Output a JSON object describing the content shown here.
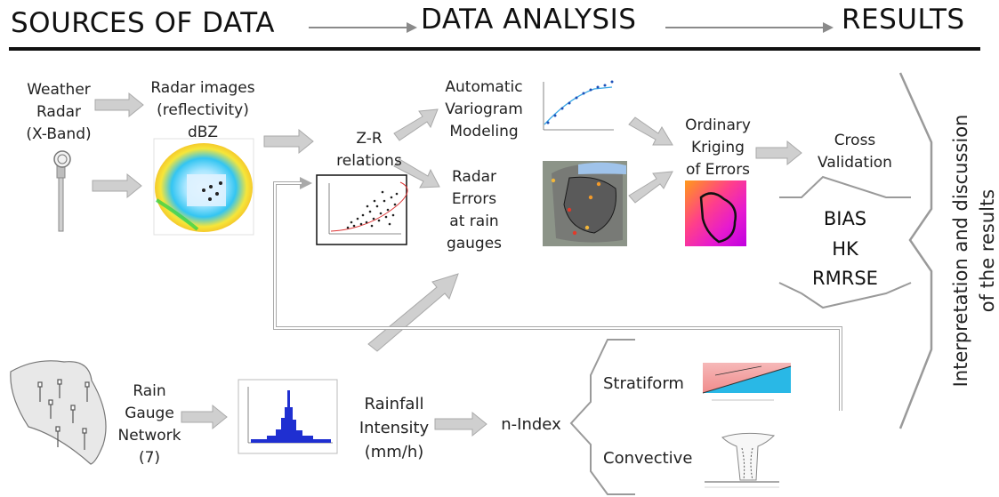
{
  "header": {
    "sources": "SOURCES OF DATA",
    "analysis": "DATA ANALYSIS",
    "results": "RESULTS"
  },
  "inputs": {
    "weather_radar": [
      "Weather",
      "Radar",
      "(X-Band)"
    ],
    "radar_images": [
      "Radar images",
      "(reflectivity)",
      "dBZ"
    ],
    "rain_gauge_network": [
      "Rain",
      "Gauge",
      "Network",
      "(7)"
    ]
  },
  "analysis": {
    "zr_relations": [
      "Z-R",
      "relations"
    ],
    "automatic_variogram": [
      "Automatic",
      "Variogram",
      "Modeling"
    ],
    "radar_errors": [
      "Radar",
      "Errors",
      "at rain",
      "gauges"
    ],
    "ordinary_kriging": [
      "Ordinary",
      "Kriging",
      "of Errors"
    ],
    "cross_validation": [
      "Cross",
      "Validation"
    ],
    "rainfall_intensity": [
      "Rainfall",
      "Intensity",
      "(mm/h)"
    ],
    "n_index": "n-Index",
    "stratiform": "Stratiform",
    "convective": "Convective"
  },
  "metrics": [
    "BIAS",
    "HK",
    "RMRSE"
  ],
  "results_text": [
    "Interpretation and discussion",
    "of the results"
  ],
  "colors": {
    "arrow_fill": "#cfcfcf",
    "arrow_stroke": "#a9a9a9",
    "rule": "#111111",
    "histogram": "#1f2fd1",
    "kriging_magenta": "#e0287a"
  }
}
